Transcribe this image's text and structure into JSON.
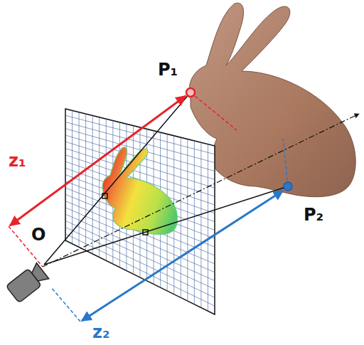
{
  "diagram": {
    "labels": [
      "P₁",
      "P₂",
      "z₁",
      "z₂",
      "O"
    ]
  }
}
